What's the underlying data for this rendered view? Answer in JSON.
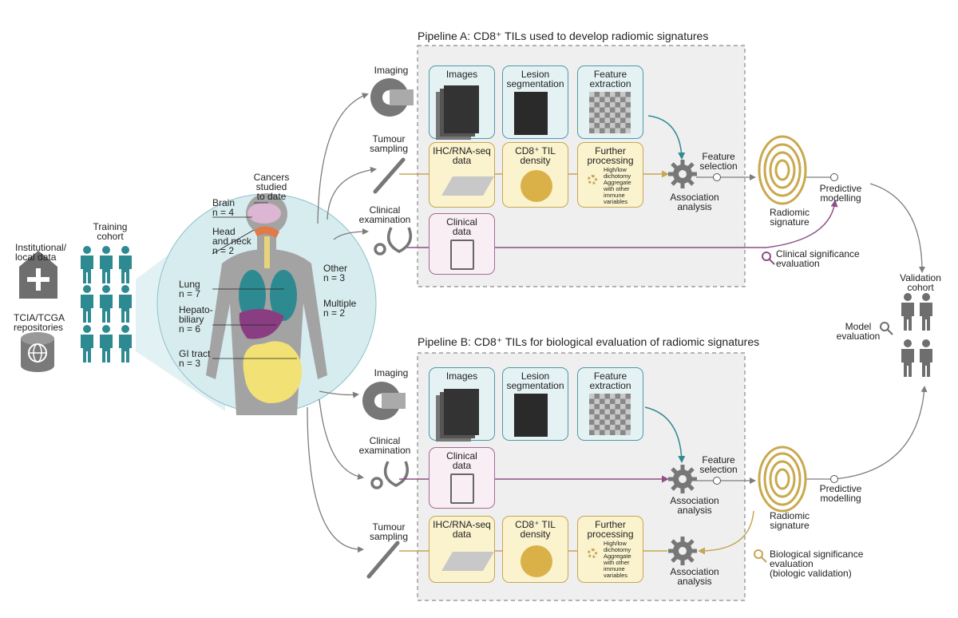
{
  "colors": {
    "teal": "#2f8a92",
    "gray": "#7d7d7d",
    "yellow": "#c5a653",
    "purple": "#8e4f87",
    "panel": "#f0f0f0"
  },
  "left": {
    "institutional": "Institutional/\nlocal data",
    "tcia": "TCIA/TCGA\nrepositories",
    "training": "Training\ncohort"
  },
  "body": {
    "cancers_title": "Cancers\nstudied\nto date",
    "brain": "Brain\nn = 4",
    "head_neck": "Head\nand neck\nn = 2",
    "lung": "Lung\nn = 7",
    "hepato": "Hepato-\nbiliary\nn = 6",
    "gi": "GI tract\nn = 3",
    "other": "Other\nn = 3",
    "multiple": "Multiple\nn = 2"
  },
  "pipeline_a": {
    "title": "Pipeline A: CD8⁺ TILs used to develop radiomic signatures",
    "imaging": "Imaging",
    "tumour_sampling": "Tumour\nsampling",
    "clinical_exam": "Clinical\nexamination",
    "images": "Images",
    "lesion_seg": "Lesion\nsegmentation",
    "feature_extraction": "Feature\nextraction",
    "ihc": "IHC/RNA-seq\ndata",
    "cd8_density": "CD8⁺ TIL\ndensity",
    "further": "Further\nprocessing",
    "high_low": "High/low\ndichotomy",
    "aggregate": "Aggregate\nwith other\nimmune\nvariables",
    "clinical_data": "Clinical\ndata",
    "feature_selection": "Feature\nselection",
    "association": "Association\nanalysis",
    "radiomic": "Radiomic\nsignature",
    "predictive": "Predictive\nmodelling",
    "clinical_sig": "Clinical significance\nevaluation"
  },
  "pipeline_b": {
    "title": "Pipeline B: CD8⁺ TILs for biological evaluation of radiomic signatures",
    "imaging": "Imaging",
    "clinical_exam": "Clinical\nexamination",
    "tumour_sampling": "Tumour\nsampling",
    "images": "Images",
    "lesion_seg": "Lesion\nsegmentation",
    "feature_extraction": "Feature\nextraction",
    "clinical_data": "Clinical\ndata",
    "ihc": "IHC/RNA-seq\ndata",
    "cd8_density": "CD8⁺ TIL\ndensity",
    "further": "Further\nprocessing",
    "high_low": "High/low\ndichotomy",
    "aggregate": "Aggregate\nwith other\nimmune\nvariables",
    "feature_selection": "Feature\nselection",
    "association1": "Association\nanalysis",
    "association2": "Association\nanalysis",
    "radiomic": "Radiomic\nsignature",
    "predictive": "Predictive\nmodelling",
    "bio_sig": "Biological significance\nevaluation\n(biologic validation)"
  },
  "validation": {
    "cohort": "Validation\ncohort",
    "model_eval": "Model\nevaluation"
  }
}
